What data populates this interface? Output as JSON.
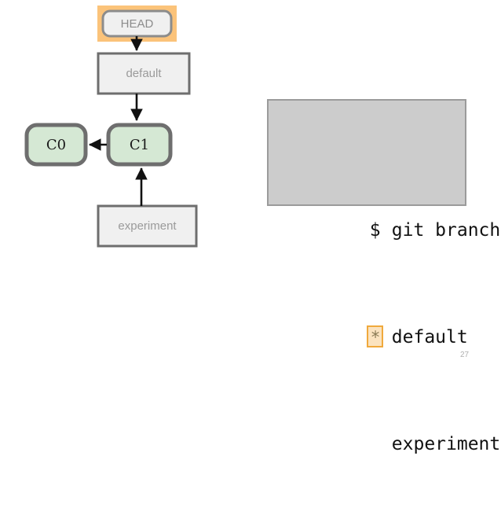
{
  "slide": {
    "page_number": "27",
    "background_color": "#ffffff"
  },
  "diagram": {
    "title": "git branch pointer diagram",
    "colors": {
      "commit_fill": "#d5e8d4",
      "commit_border": "#6e6e6e",
      "branch_fill": "#f0f0f0",
      "branch_border": "#6e6e6e",
      "head_highlight": "#fbc37a",
      "head_fill": "#f0f0f0",
      "head_border": "#8c8c8c",
      "arrow": "#111111",
      "branch_text": "#9a9a9a",
      "commit_text": "#1a1a1a"
    },
    "nodes": {
      "head": {
        "label": "HEAD",
        "type": "pointer",
        "highlighted": true
      },
      "default_branch": {
        "label": "default",
        "type": "branch"
      },
      "experiment_branch": {
        "label": "experiment",
        "type": "branch"
      },
      "commit_c0": {
        "label": "C0",
        "type": "commit"
      },
      "commit_c1": {
        "label": "C1",
        "type": "commit"
      }
    },
    "edges": [
      {
        "from": "head",
        "to": "default_branch",
        "direction": "down"
      },
      {
        "from": "default_branch",
        "to": "commit_c1",
        "direction": "down"
      },
      {
        "from": "commit_c1",
        "to": "commit_c0",
        "direction": "left"
      },
      {
        "from": "experiment_branch",
        "to": "commit_c1",
        "direction": "up"
      }
    ]
  },
  "terminal": {
    "background_color": "#cccccc",
    "border_color": "#9b9b9b",
    "text_color": "#111111",
    "highlight_fill": "#fbe3bf",
    "highlight_border": "#f0a93c",
    "lines": [
      {
        "prefix": "$",
        "text": "git branch",
        "prefix_kind": "prompt"
      },
      {
        "prefix": "*",
        "text": "default",
        "prefix_kind": "current-branch-marker"
      },
      {
        "prefix": "",
        "text": "experiment",
        "prefix_kind": "none"
      }
    ]
  }
}
